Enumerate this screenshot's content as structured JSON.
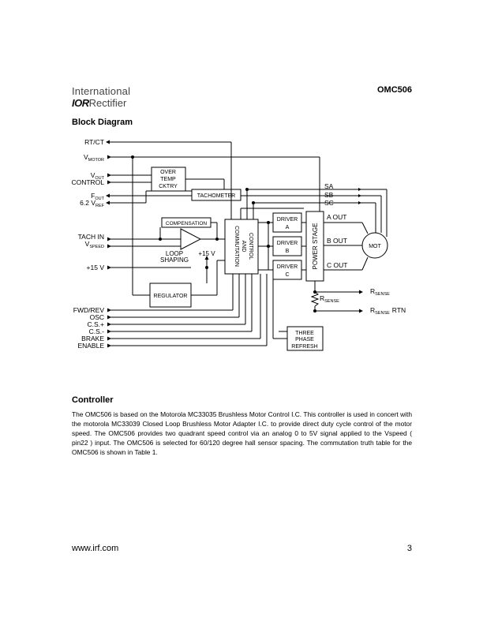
{
  "header": {
    "logo_line1": "International",
    "logo_mark": "IOR",
    "logo_line2": "Rectifier",
    "doc_code": "OMC506"
  },
  "block_diagram": {
    "title": "Block Diagram",
    "pins_left": {
      "rt_ct": "RT/CT",
      "vmotor_main": "V",
      "vmotor_sub": "MOTOR",
      "vout_main": "V",
      "vout_sub": "OUT",
      "control": "CONTROL",
      "fout_main": "F",
      "fout_sub": "OUT",
      "vref_prefix": "6.2 V",
      "vref_sub": "REF",
      "tach_in": "TACH IN",
      "vspeed_main": "V",
      "vspeed_sub": "SPEED",
      "plus15": "+15 V",
      "fwd_rev": "FWD/REV",
      "osc": "OSC",
      "cs_plus": "C.S.+",
      "cs_minus": "C.S.-",
      "brake": "BRAKE",
      "enable": "ENABLE"
    },
    "blocks": {
      "over_temp_1": "OVER",
      "over_temp_2": "TEMP",
      "over_temp_3": "CKTRY",
      "tachometer": "TACHOMETER",
      "compensation": "COMPENSATION",
      "loop_shaping_1": "LOOP",
      "loop_shaping_2": "SHAPING",
      "plus15_internal": "+15 V",
      "regulator": "REGULATOR",
      "commutation_1": "COMMUTATION",
      "commutation_2": "AND",
      "commutation_3": "CONTROL",
      "driver_a_1": "DRIVER",
      "driver_a_2": "A",
      "driver_b_1": "DRIVER",
      "driver_b_2": "B",
      "driver_c_1": "DRIVER",
      "driver_c_2": "C",
      "power_stage": "POWER STAGE",
      "three_phase_1": "THREE",
      "three_phase_2": "PHASE",
      "three_phase_3": "REFRESH",
      "motor": "MOT"
    },
    "pins_right": {
      "sa": "SA",
      "sb": "SB",
      "sc": "SC",
      "a_out": "A OUT",
      "b_out": "B OUT",
      "c_out": "C OUT",
      "rsense_int_main": "R",
      "rsense_int_sub": "SENSE",
      "rsense_main": "R",
      "rsense_sub": "SENSE",
      "rsense_rtn_main": "R",
      "rsense_rtn_sub": "SENSE",
      "rsense_rtn_suffix": "RTN"
    }
  },
  "controller": {
    "title": "Controller",
    "body": "The OMC506 is based on the Motorola MC33035 Brushless Motor Control I.C.  This controller is used in concert with the motorola MC33039 Closed Loop Brushless Motor Adapter I.C. to provide direct duty cycle control of the motor speed.  The OMC506 provides two quadrant speed control via an analog 0 to 5V signal applied to the Vspeed ( pin22 ) input.   The OMC506 is selected for 60/120 degree hall sensor spacing.  The commutation truth table for the OMC506 is shown in Table 1."
  },
  "footer": {
    "url": "www.irf.com",
    "page": "3"
  }
}
